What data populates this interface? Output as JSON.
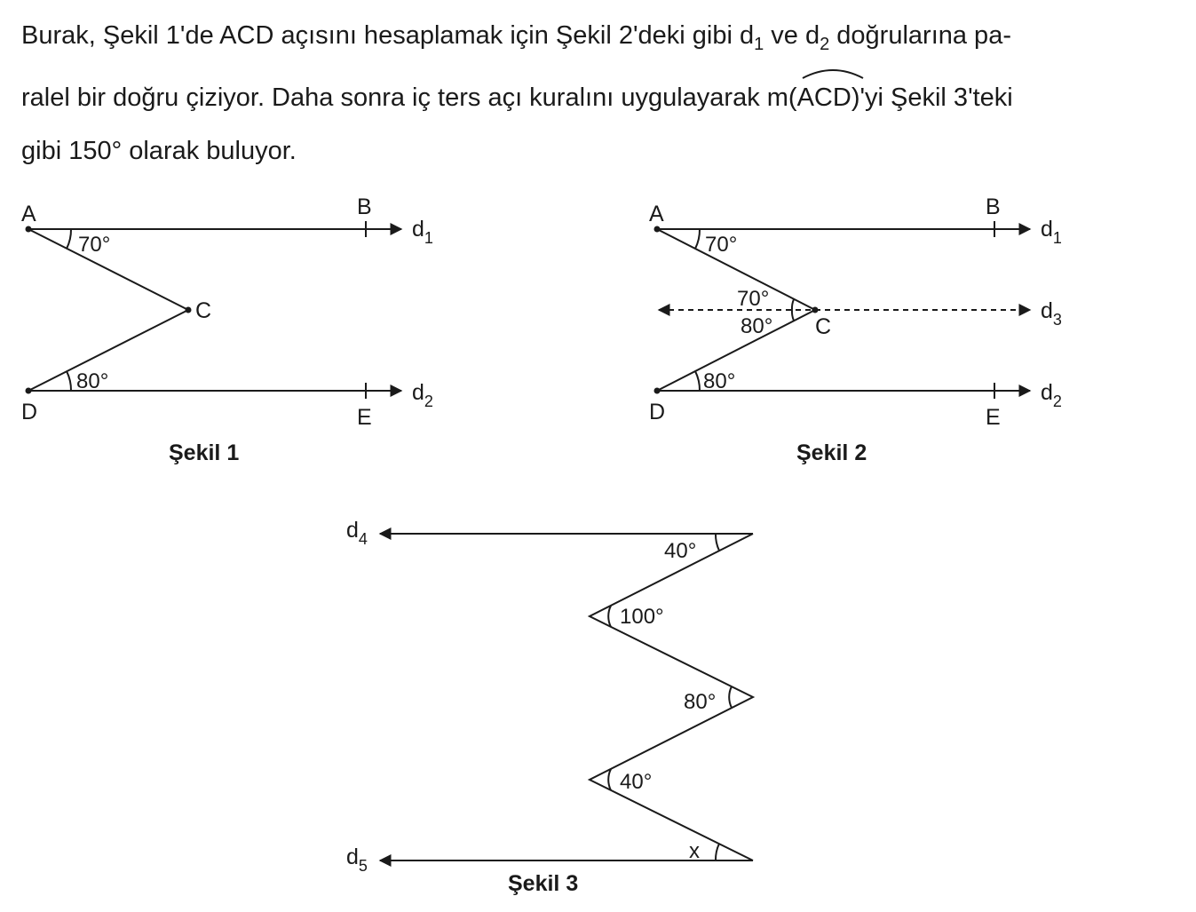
{
  "text": {
    "l1_a": "Burak, Şekil 1'de ACD açısını hesaplamak için Şekil 2'deki gibi d",
    "l1_s1": "1",
    "l1_b": " ve d",
    "l1_s2": "2",
    "l1_c": " doğrularına pa-",
    "l2_a": "ralel bir doğru çiziyor. Daha sonra iç ters açı kuralını uygulayarak  m(",
    "l2_arc": "ACD",
    "l2_b": ")'yi  Şekil 3'teki",
    "l3": "gibi 150° olarak buluyor."
  },
  "fig1": {
    "caption": "Şekil 1",
    "A": "A",
    "B": "B",
    "C": "C",
    "D": "D",
    "E": "E",
    "d1": "d",
    "d1_sub": "1",
    "d2": "d",
    "d2_sub": "2",
    "angle_A": "70°",
    "angle_D": "80°"
  },
  "fig2": {
    "caption": "Şekil 2",
    "A": "A",
    "B": "B",
    "C": "C",
    "D": "D",
    "E": "E",
    "d1": "d",
    "d1_sub": "1",
    "d2": "d",
    "d2_sub": "2",
    "d3": "d",
    "d3_sub": "3",
    "angle_A": "70°",
    "angle_C_top": "70°",
    "angle_C_bottom": "80°",
    "angle_D": "80°"
  },
  "fig3": {
    "caption": "Şekil 3",
    "d4": "d",
    "d4_sub": "4",
    "d5": "d",
    "d5_sub": "5",
    "angle_1": "40°",
    "angle_2": "100°",
    "angle_3": "80°",
    "angle_4": "40°",
    "angle_x": "x"
  }
}
